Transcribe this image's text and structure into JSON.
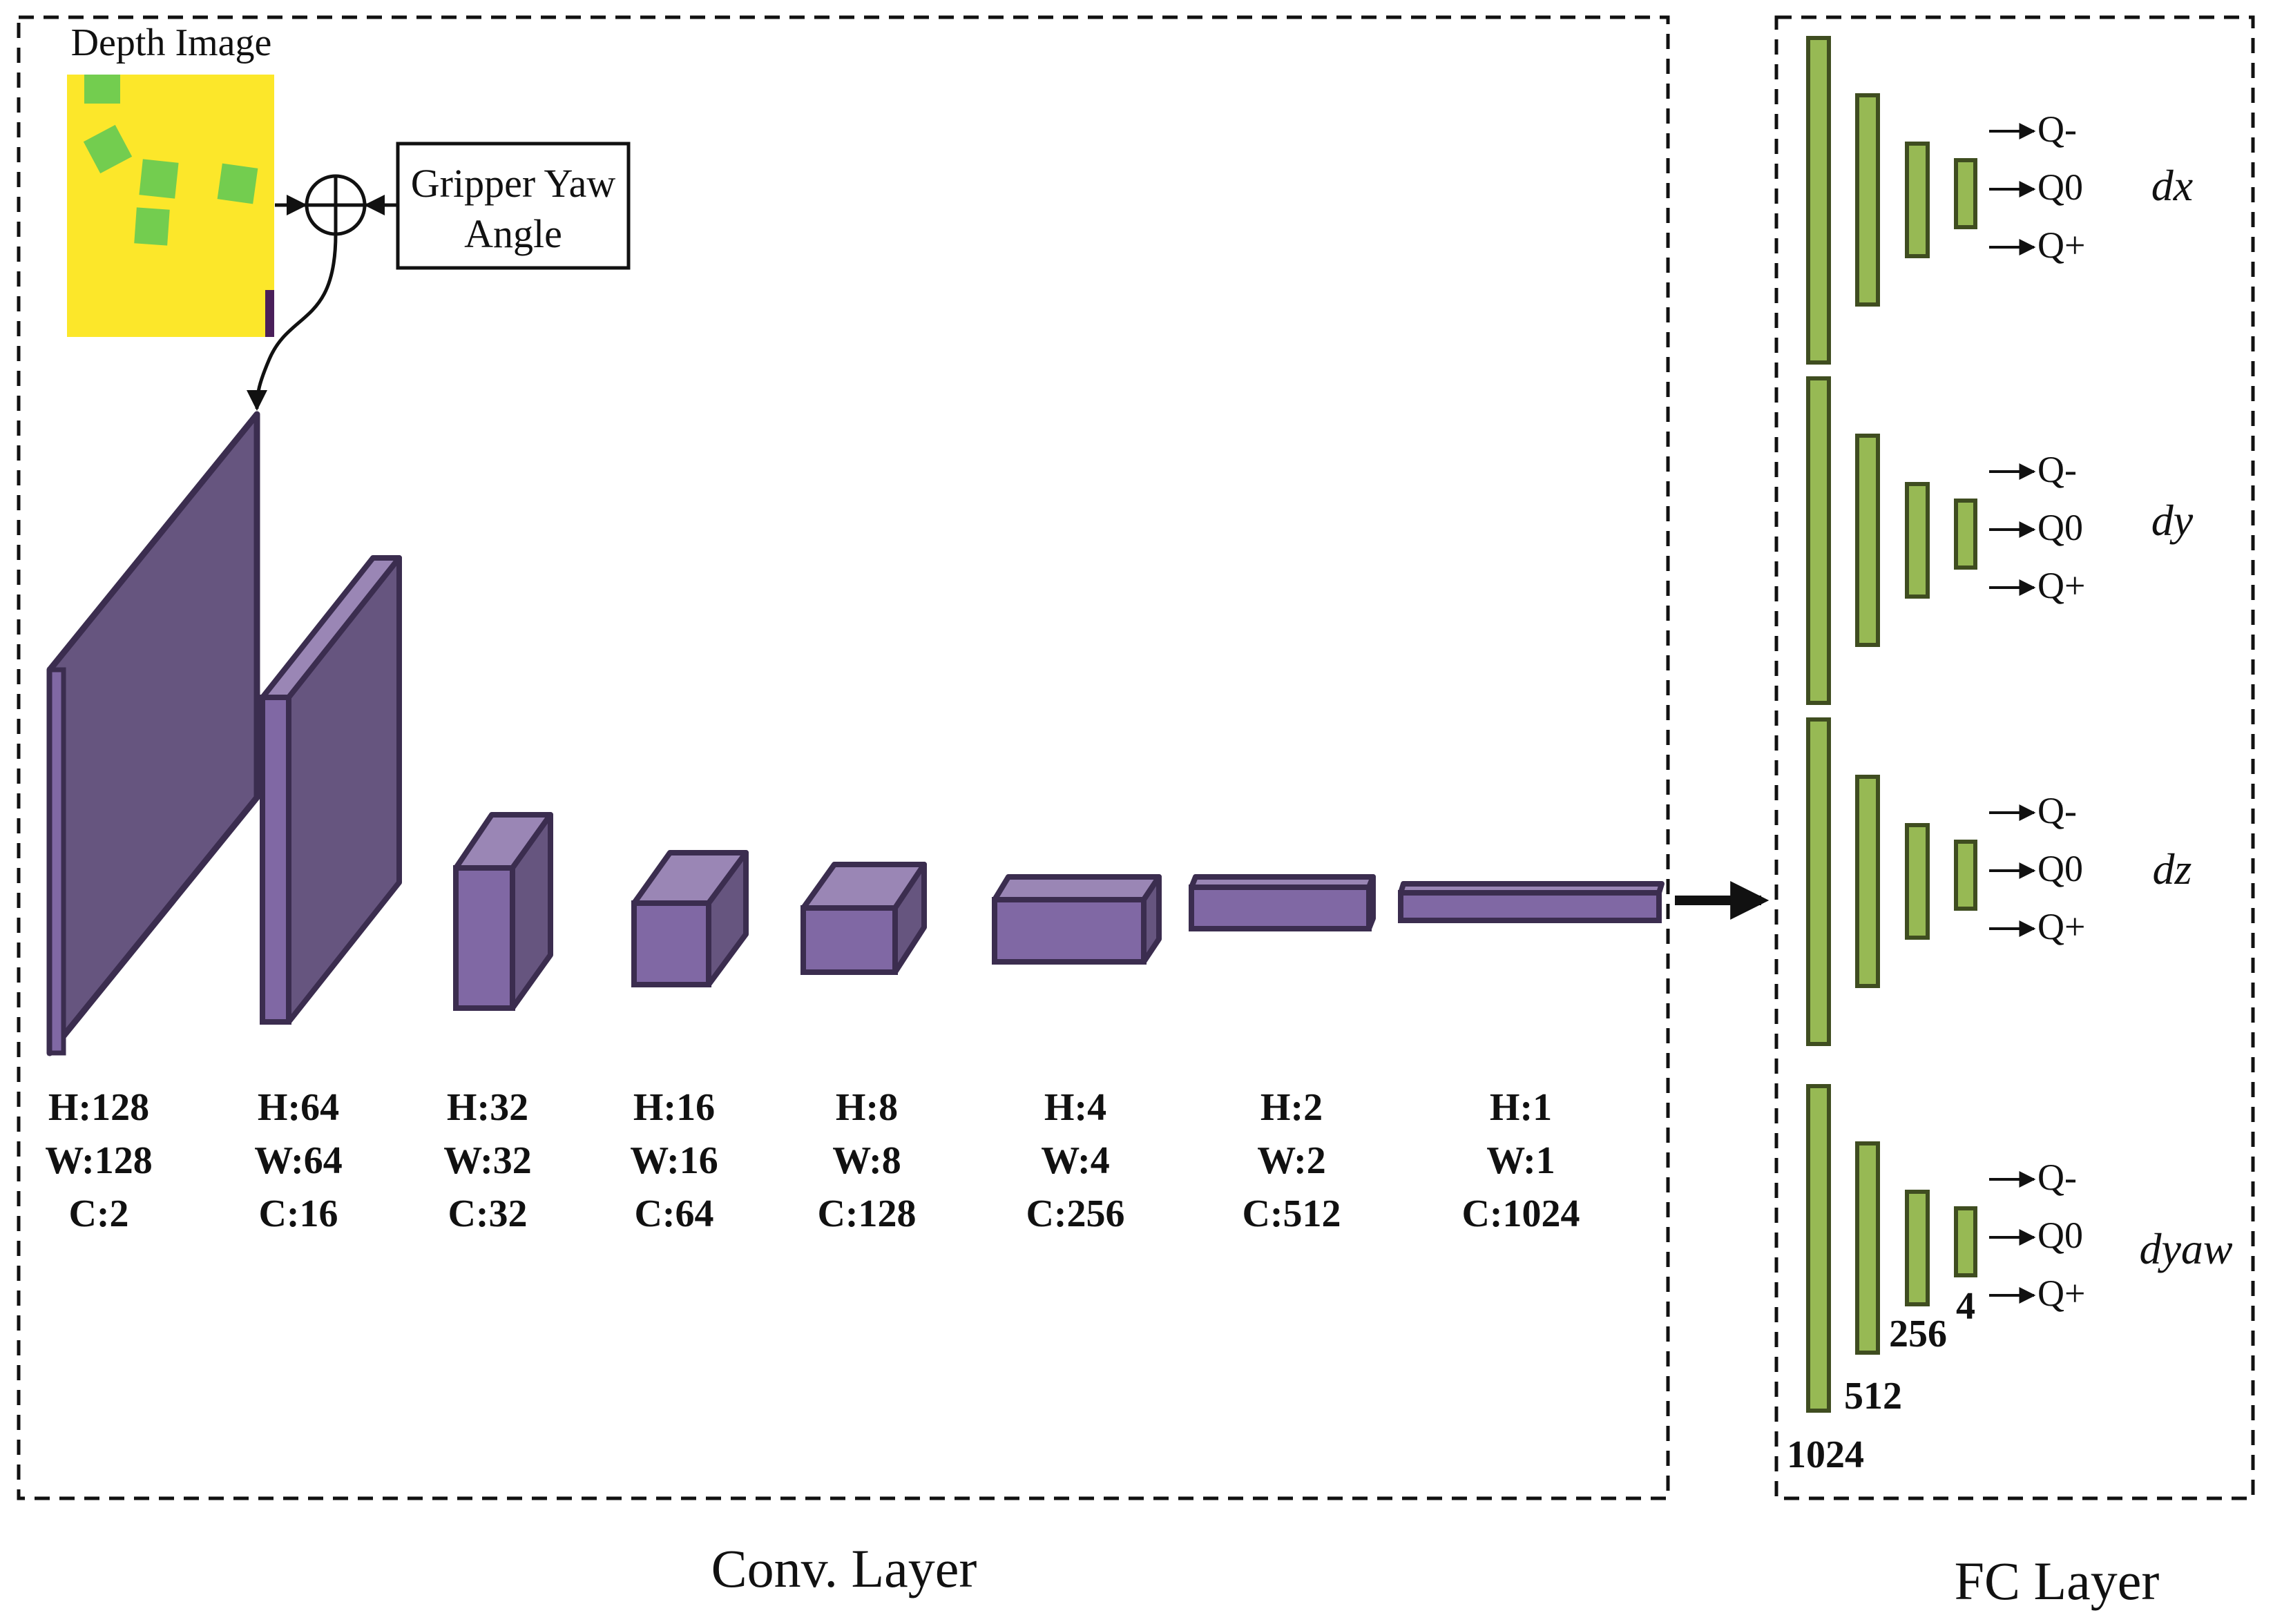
{
  "input": {
    "title": "Depth Image",
    "angle_box": {
      "line1": "Gripper Yaw",
      "line2": "Angle"
    }
  },
  "conv": {
    "title": "Conv. Layer",
    "layers": [
      {
        "h": "H:128",
        "w": "W:128",
        "c": "C:2"
      },
      {
        "h": "H:64",
        "w": "W:64",
        "c": "C:16"
      },
      {
        "h": "H:32",
        "w": "W:32",
        "c": "C:32"
      },
      {
        "h": "H:16",
        "w": "W:16",
        "c": "C:64"
      },
      {
        "h": "H:8",
        "w": "W:8",
        "c": "C:128"
      },
      {
        "h": "H:4",
        "w": "W:4",
        "c": "C:256"
      },
      {
        "h": "H:2",
        "w": "W:2",
        "c": "C:512"
      },
      {
        "h": "H:1",
        "w": "W:1",
        "c": "C:1024"
      }
    ]
  },
  "fc": {
    "title": "FC Layer",
    "branches": [
      {
        "name": "dx",
        "outputs": [
          "Q-",
          "Q0",
          "Q+"
        ]
      },
      {
        "name": "dy",
        "outputs": [
          "Q-",
          "Q0",
          "Q+"
        ]
      },
      {
        "name": "dz",
        "outputs": [
          "Q-",
          "Q0",
          "Q+"
        ]
      },
      {
        "name": "dyaw",
        "outputs": [
          "Q-",
          "Q0",
          "Q+"
        ]
      }
    ],
    "dims": [
      "1024",
      "512",
      "256",
      "4"
    ]
  },
  "colors": {
    "conv_face": "#66557f",
    "conv_light": "#9a86b5",
    "conv_front": "#8068a4",
    "conv_stroke": "#3b2d4f",
    "fc_fill": "#97b954",
    "fc_stroke": "#3f4d20",
    "depth_bg": "#fce72a",
    "depth_obj": "#73cd4f"
  }
}
